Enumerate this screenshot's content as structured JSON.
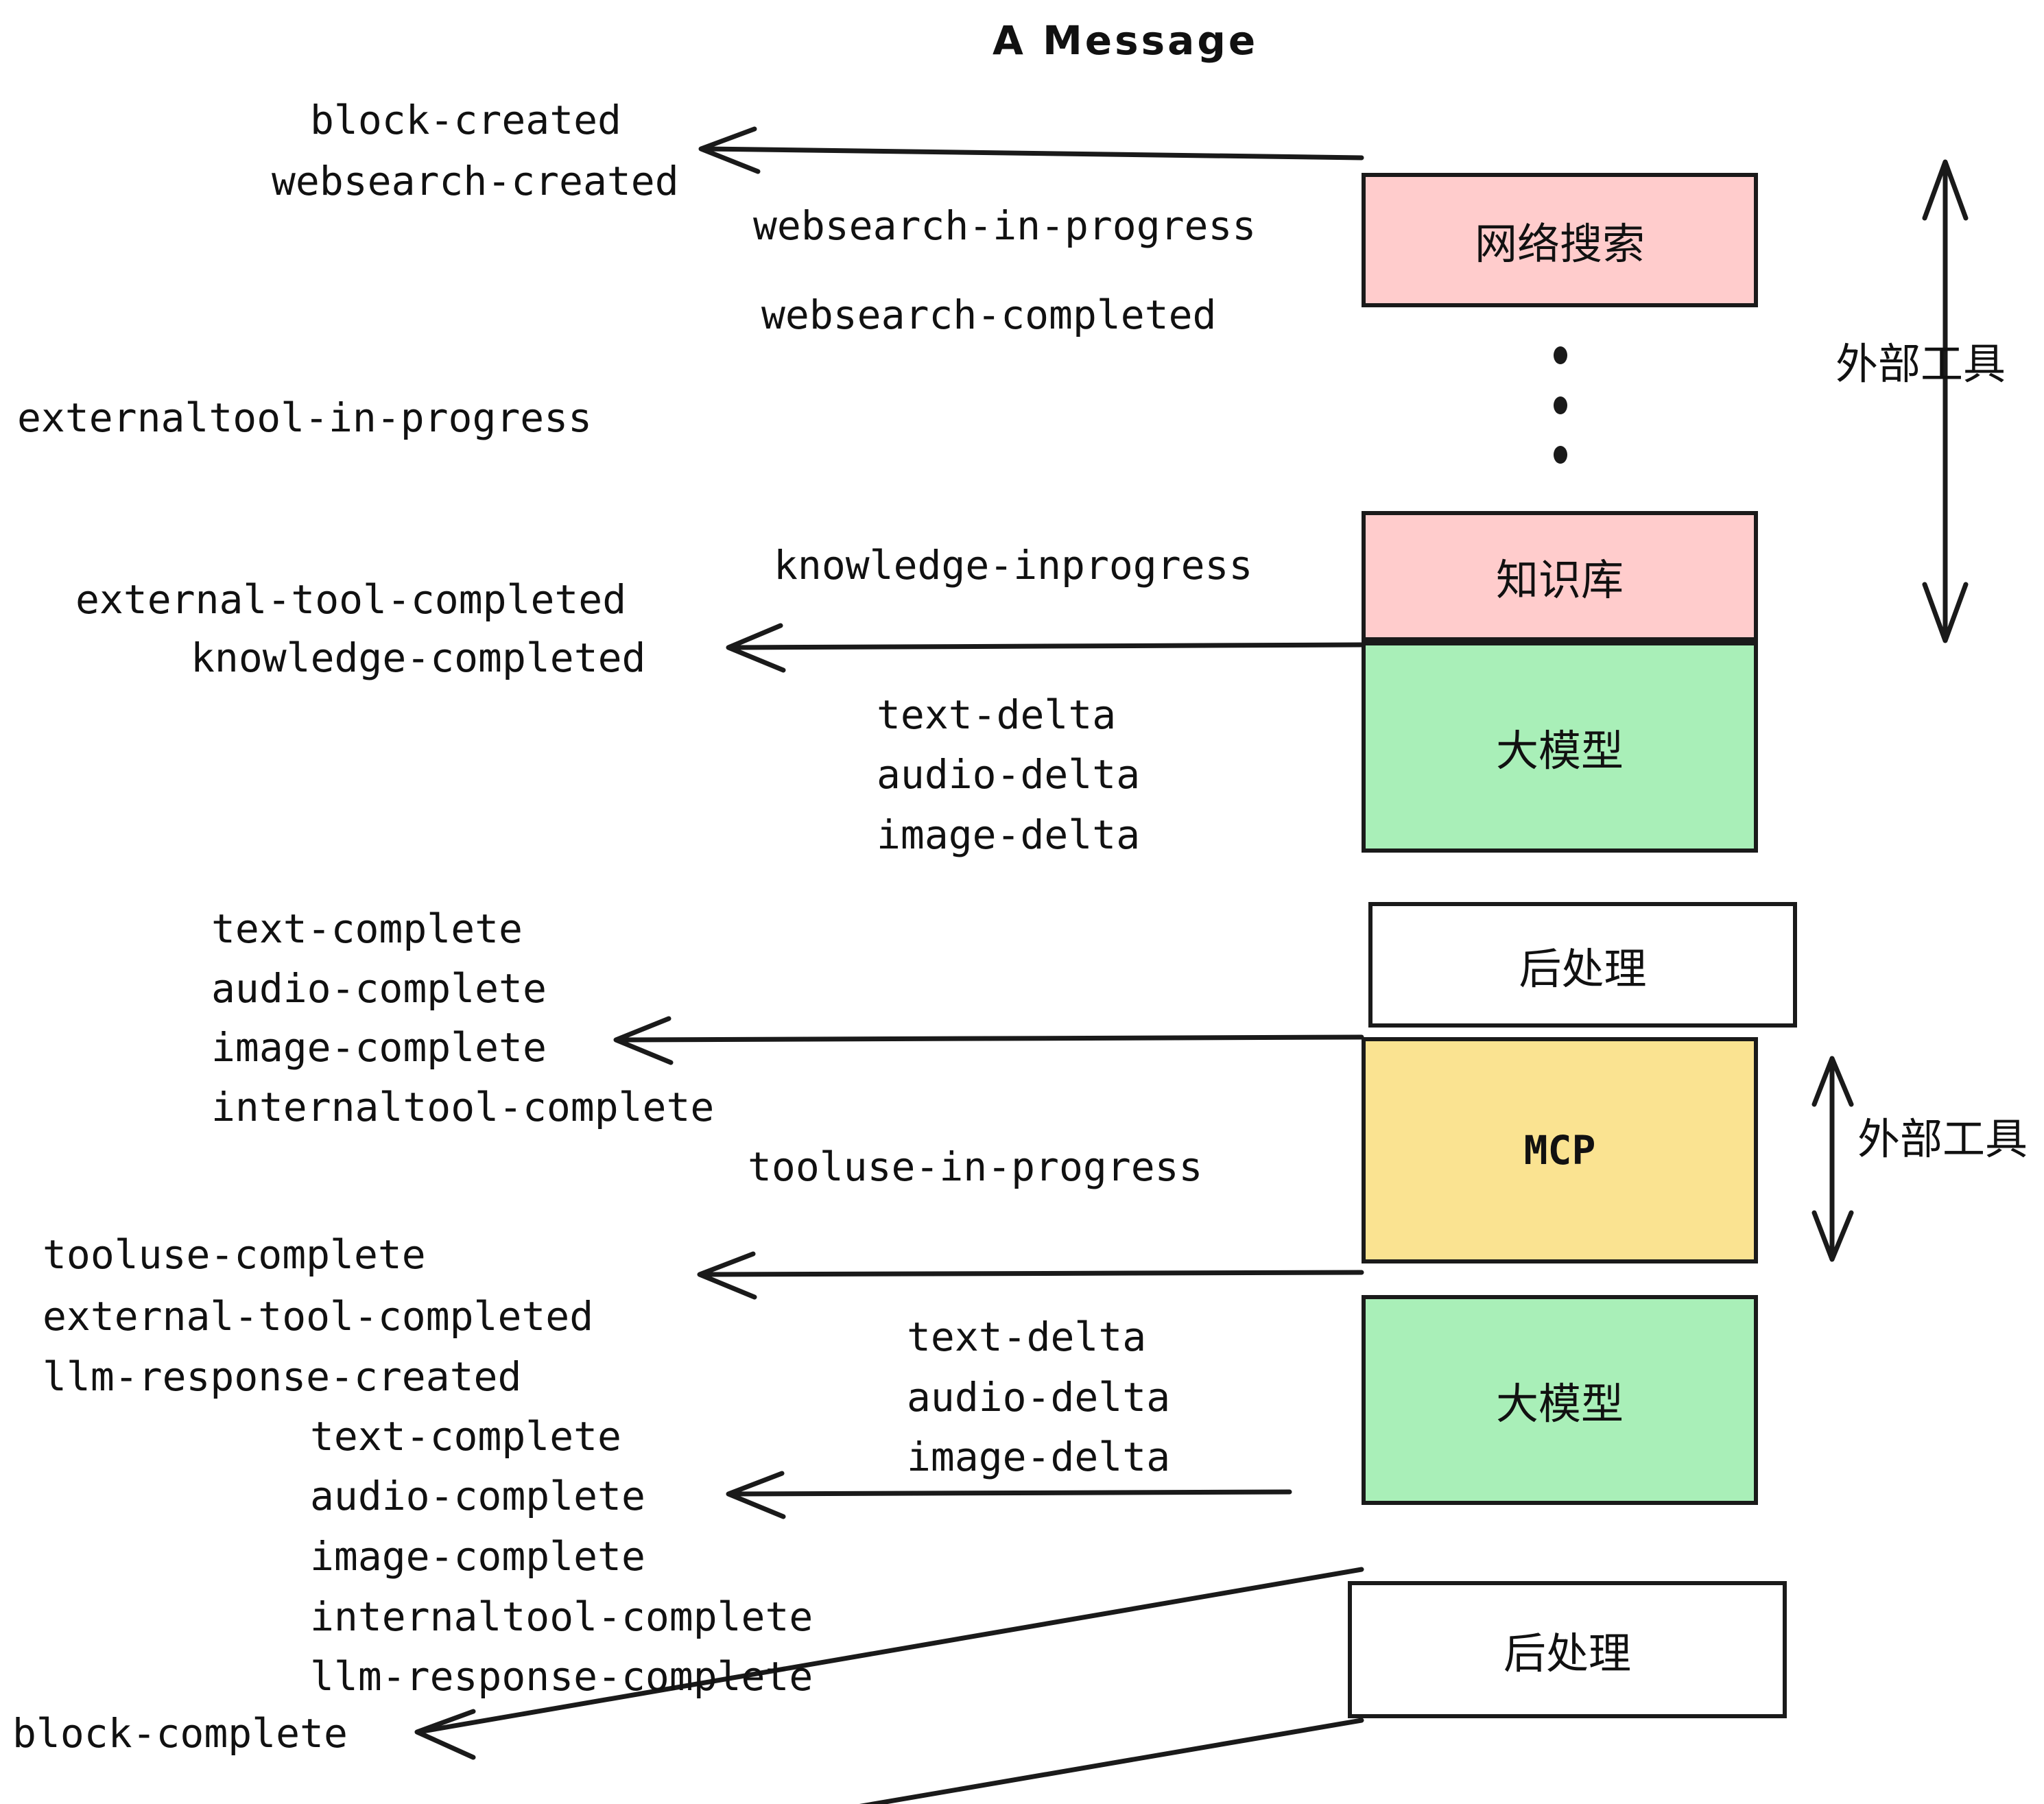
{
  "title": "A Message",
  "colors": {
    "pink": "#FFCCCC",
    "green": "#A9EFB8",
    "yellow": "#FAE391",
    "white": "#FFFFFF",
    "stroke": "#1A1A1A"
  },
  "boxes": [
    {
      "id": "websearch",
      "label": "网络搜索",
      "fill": "#FFCCCC"
    },
    {
      "id": "knowledge",
      "label": "知识库",
      "fill": "#FFCCCC"
    },
    {
      "id": "llm-top",
      "label": "大模型",
      "fill": "#A9EFB8"
    },
    {
      "id": "postprocess-top",
      "label": "后处理",
      "fill": "#FFFFFF"
    },
    {
      "id": "mcp",
      "label": "MCP",
      "fill": "#FAE391"
    },
    {
      "id": "llm-bottom",
      "label": "大模型",
      "fill": "#A9EFB8"
    },
    {
      "id": "postprocess-bottom",
      "label": "后处理",
      "fill": "#FFFFFF"
    }
  ],
  "side_annotations": [
    {
      "id": "external-tools-top",
      "label": "外部工具"
    },
    {
      "id": "external-tools-bottom",
      "label": "外部工具"
    }
  ],
  "events": {
    "block_created": "block-created",
    "websearch_created": "websearch-created",
    "websearch_in_progress": "websearch-in-progress",
    "websearch_completed": "websearch-completed",
    "externaltool_in_progress": "externaltool-in-progress",
    "knowledge_inprogress": "knowledge-inprogress",
    "external_tool_completed": "external-tool-completed",
    "knowledge_completed": "knowledge-completed",
    "text_delta": "text-delta",
    "audio_delta": "audio-delta",
    "image_delta": "image-delta",
    "text_complete": "text-complete",
    "audio_complete": "audio-complete",
    "image_complete": "image-complete",
    "internaltool_complete": "internaltool-complete",
    "tooluse_in_progress": "tooluse-in-progress",
    "tooluse_complete": "tooluse-complete",
    "external_tool_completed2": "external-tool-completed",
    "llm_response_created": "llm-response-created",
    "text_complete2": "text-complete",
    "audio_complete2": "audio-complete",
    "image_complete2": "image-complete",
    "internaltool_complete2": "internaltool-complete",
    "llm_response_complete": "llm-response-complete",
    "block_complete": "block-complete",
    "text_delta2": "text-delta",
    "audio_delta2": "audio-delta",
    "image_delta2": "image-delta"
  },
  "ellipsis_dots": 3
}
